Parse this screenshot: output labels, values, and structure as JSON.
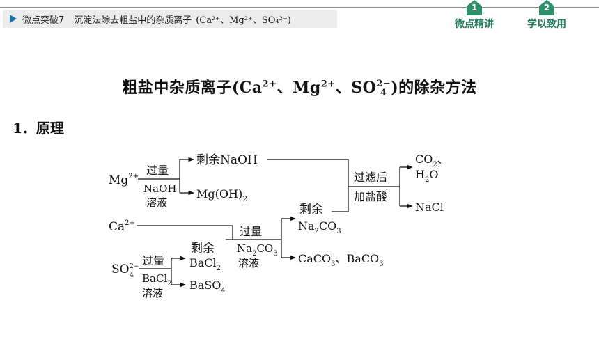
{
  "header": {
    "lesson_prefix": "微点突破7",
    "lesson_title": "沉淀法除去粗盐中的杂质离子",
    "lesson_ions": "(Ca²⁺、Mg²⁺、SO₄²⁻)",
    "tabs": [
      {
        "num": "1",
        "label": "微点精讲"
      },
      {
        "num": "2",
        "label": "学以致用"
      }
    ],
    "accent_color": "#2f8f6a",
    "play_color": "#1e74a8"
  },
  "title": {
    "prefix": "粗盐中杂质离子(Ca",
    "ca_charge": "2+",
    "sep1": "、Mg",
    "mg_charge": "2+",
    "sep2": "、SO",
    "so4_sub": "4",
    "so4_charge": "2−",
    "suffix": ")的除杂方法"
  },
  "section": {
    "heading": "1．原理"
  },
  "diagram": {
    "mg_ion": "Mg",
    "mg_charge": "2+",
    "reagent_naoh_top": "过量",
    "reagent_naoh_1": "NaOH",
    "reagent_naoh_2": "溶液",
    "excess_naoh": "剩余NaOH",
    "mg_oh_2": "Mg(OH)",
    "mg_oh_2_sub": "2",
    "ca_ion": "Ca",
    "ca_charge": "2+",
    "so4_ion": "SO",
    "so4_sub": "4",
    "so4_charge": "2−",
    "reagent_bacl2_top": "过量",
    "reagent_bacl2_1": "BaCl",
    "reagent_bacl2_1_sub": "2",
    "reagent_bacl2_2": "溶液",
    "excess_bacl2_1": "剩余",
    "excess_bacl2_2": "BaCl",
    "excess_bacl2_2_sub": "2",
    "baso4": "BaSO",
    "baso4_sub": "4",
    "reagent_na2co3_top": "过量",
    "reagent_na2co3_1a": "Na",
    "reagent_na2co3_1_sub1": "2",
    "reagent_na2co3_1b": "CO",
    "reagent_na2co3_1_sub2": "3",
    "reagent_na2co3_2": "溶液",
    "excess_na2co3_1": "剩余",
    "excess_na2co3_2a": "Na",
    "excess_na2co3_2_sub1": "2",
    "excess_na2co3_2b": "CO",
    "excess_na2co3_2_sub2": "3",
    "caco3_baco3_a": "CaCO",
    "caco3_baco3_sub1": "3",
    "caco3_baco3_b": "、BaCO",
    "caco3_baco3_sub2": "3",
    "filter_top": "过滤后",
    "filter_bottom": "加盐酸",
    "co2_a": "CO",
    "co2_sub": "2",
    "co2_b": "、",
    "h2o_a": "H",
    "h2o_sub": "2",
    "h2o_b": "O",
    "nacl": "NaCl"
  }
}
